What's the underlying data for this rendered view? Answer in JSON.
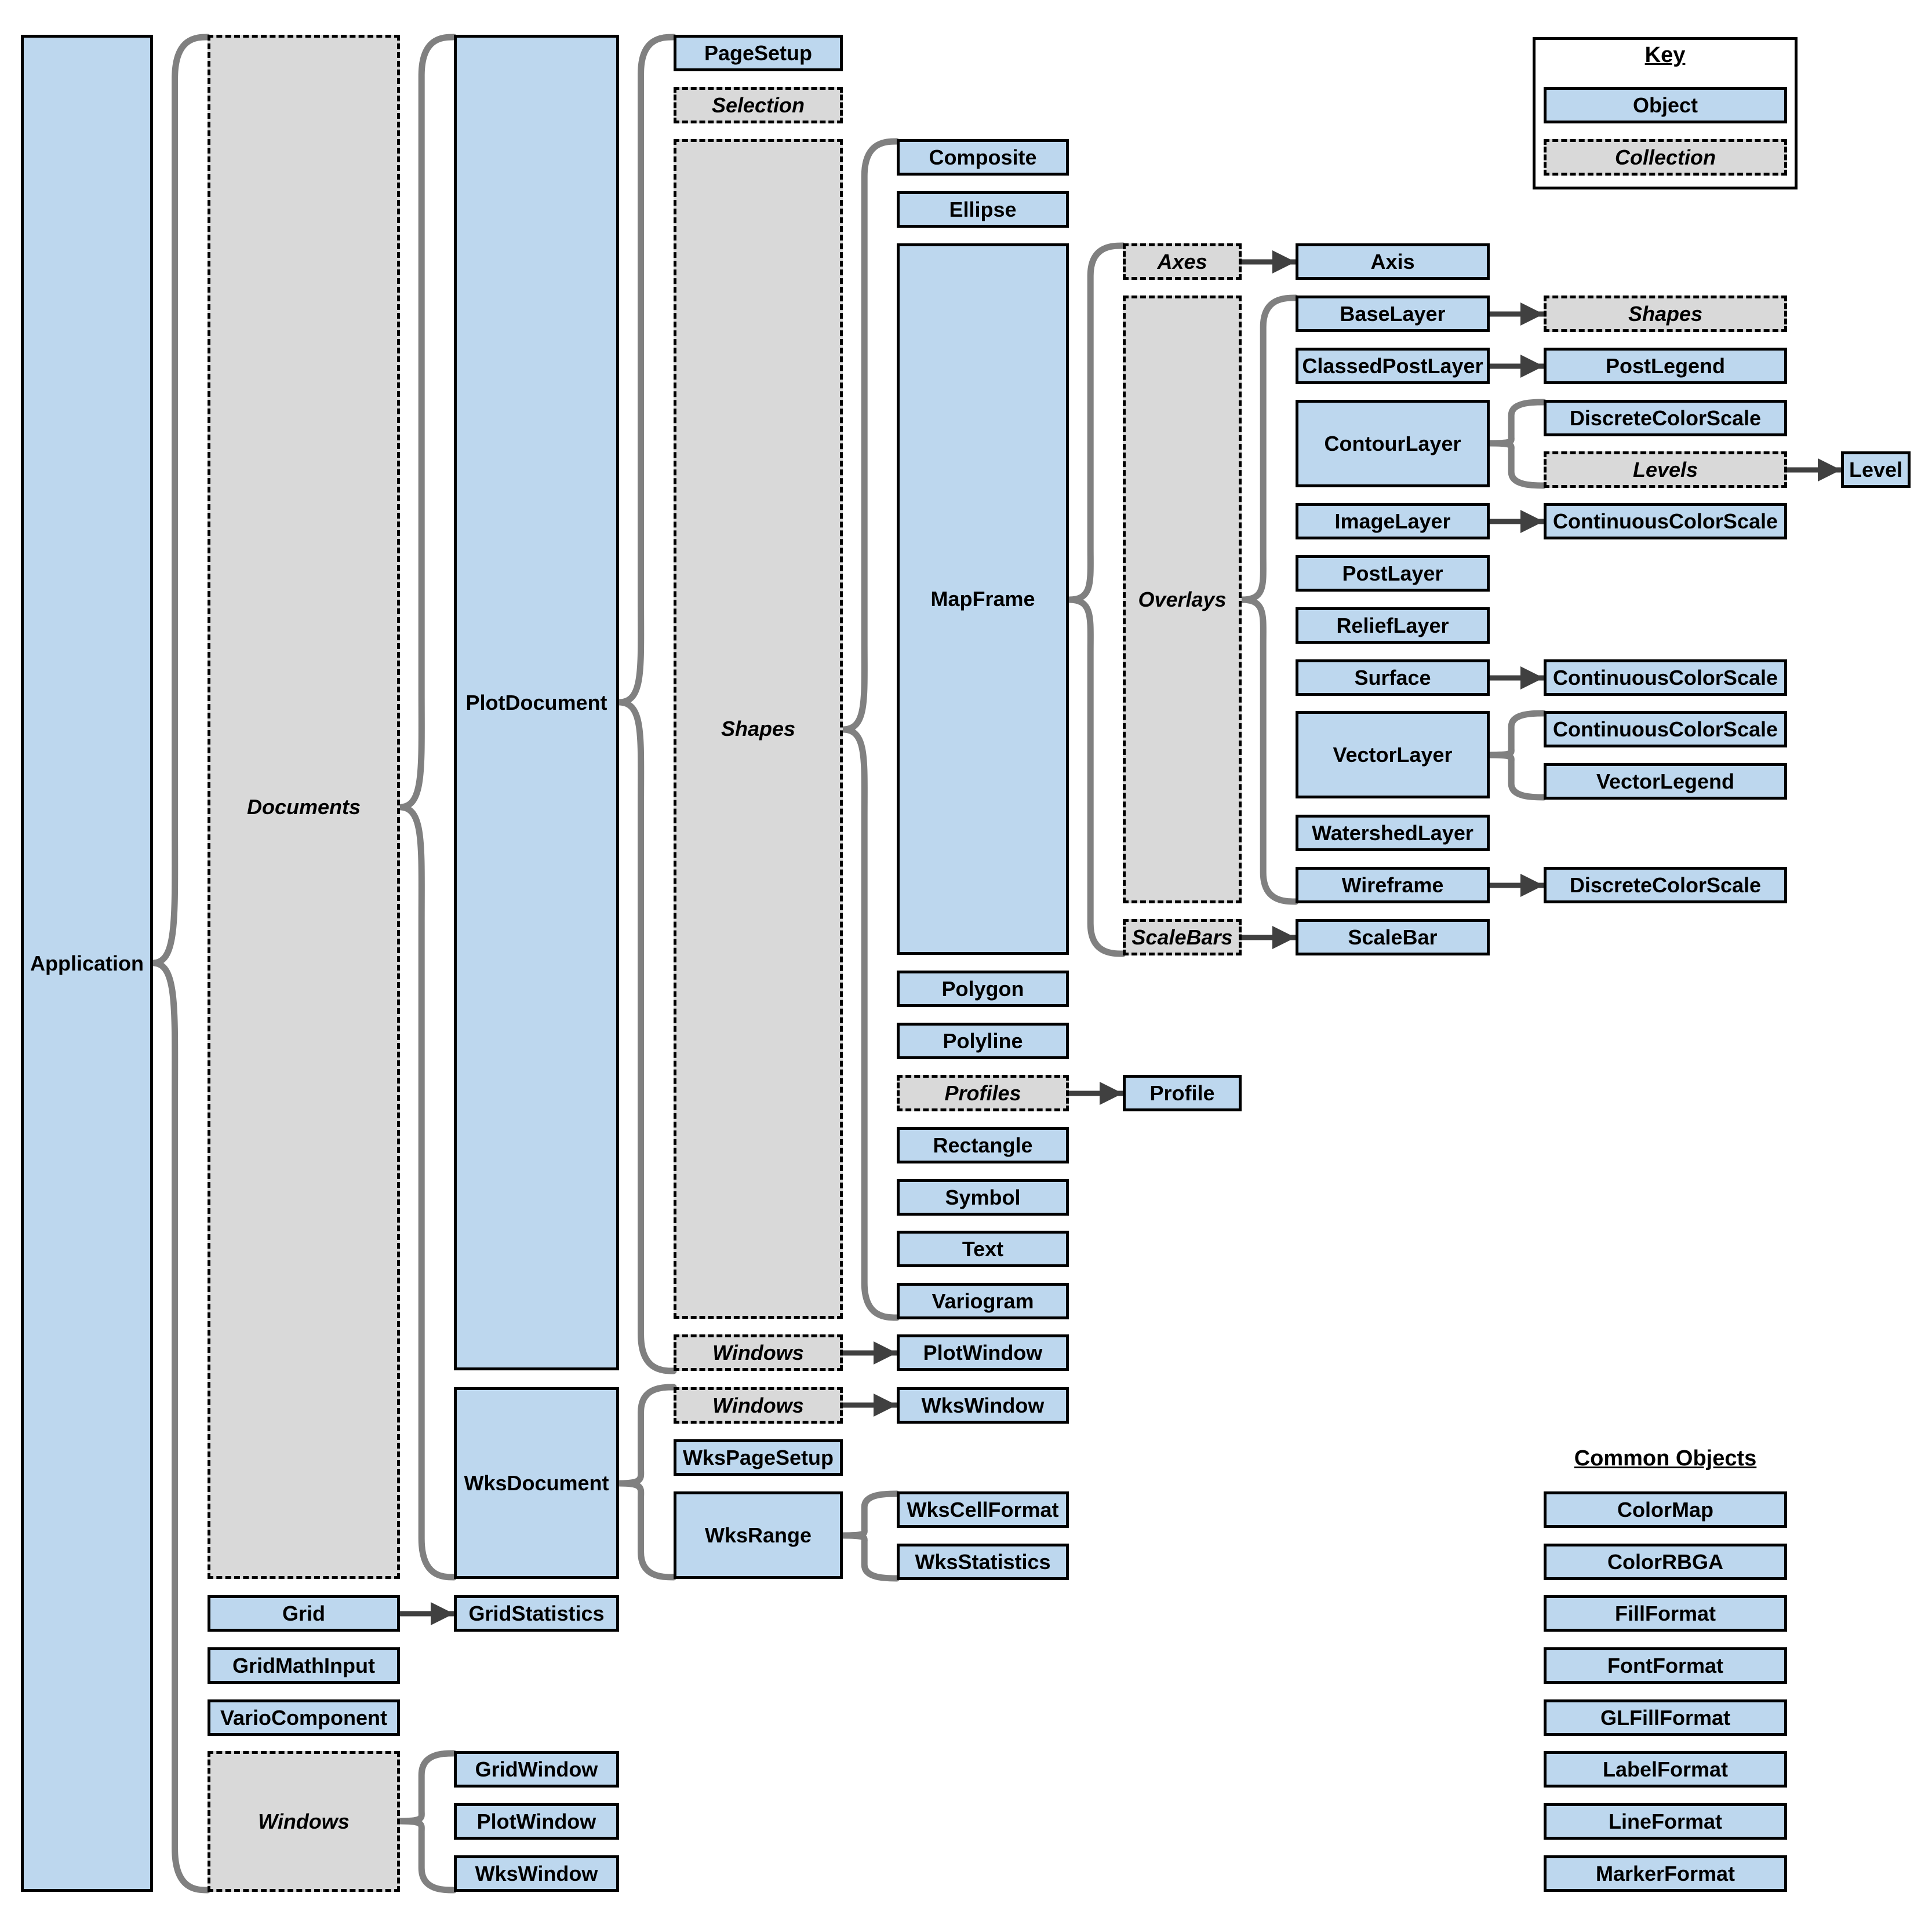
{
  "nodes": {
    "application": "Application",
    "documents": "Documents",
    "plotdocument": "PlotDocument",
    "wksdocument": "WksDocument",
    "pagesetup": "PageSetup",
    "selection": "Selection",
    "shapes": "Shapes",
    "windows_plot": "Windows",
    "windows_wks": "Windows",
    "wkspagesetup": "WksPageSetup",
    "wksrange": "WksRange",
    "composite": "Composite",
    "ellipse": "Ellipse",
    "mapframe": "MapFrame",
    "polygon": "Polygon",
    "polyline": "Polyline",
    "profiles": "Profiles",
    "rectangle": "Rectangle",
    "symbol": "Symbol",
    "text": "Text",
    "variogram": "Variogram",
    "plotwindow_r": "PlotWindow",
    "wkswindow_r": "WksWindow",
    "wkscellformat": "WksCellFormat",
    "wksstatistics": "WksStatistics",
    "axes": "Axes",
    "overlays": "Overlays",
    "scalebars": "ScaleBars",
    "profile": "Profile",
    "axis": "Axis",
    "baselayer": "BaseLayer",
    "classedpostlayer": "ClassedPostLayer",
    "contourlayer": "ContourLayer",
    "imagelayer": "ImageLayer",
    "postlayer": "PostLayer",
    "relieflayer": "ReliefLayer",
    "surface": "Surface",
    "vectorlayer": "VectorLayer",
    "watershedlayer": "WatershedLayer",
    "wireframe": "Wireframe",
    "scalebar": "ScaleBar",
    "shapes2": "Shapes",
    "postlegend": "PostLegend",
    "discretecolorscale1": "DiscreteColorScale",
    "levels": "Levels",
    "level": "Level",
    "continuouscolorscale1": "ContinuousColorScale",
    "continuouscolorscale2": "ContinuousColorScale",
    "continuouscolorscale3": "ContinuousColorScale",
    "vectorlegend": "VectorLegend",
    "discretecolorscale2": "DiscreteColorScale",
    "grid": "Grid",
    "gridstatistics": "GridStatistics",
    "gridmathinput": "GridMathInput",
    "variocomponent": "VarioComponent",
    "windows_app": "Windows",
    "gridwindow": "GridWindow",
    "plotwindow_l": "PlotWindow",
    "wkswindow_l": "WksWindow"
  },
  "key": {
    "title": "Key",
    "object": "Object",
    "collection": "Collection"
  },
  "common": {
    "title": "Common Objects",
    "items": [
      "ColorMap",
      "ColorRBGA",
      "FillFormat",
      "FontFormat",
      "GLFillFormat",
      "LabelFormat",
      "LineFormat",
      "MarkerFormat"
    ]
  },
  "colors": {
    "object_fill": "#bdd7ee",
    "collection_fill": "#d9d9d9",
    "connector": "#808080",
    "arrow": "#404040",
    "border": "#000000"
  }
}
